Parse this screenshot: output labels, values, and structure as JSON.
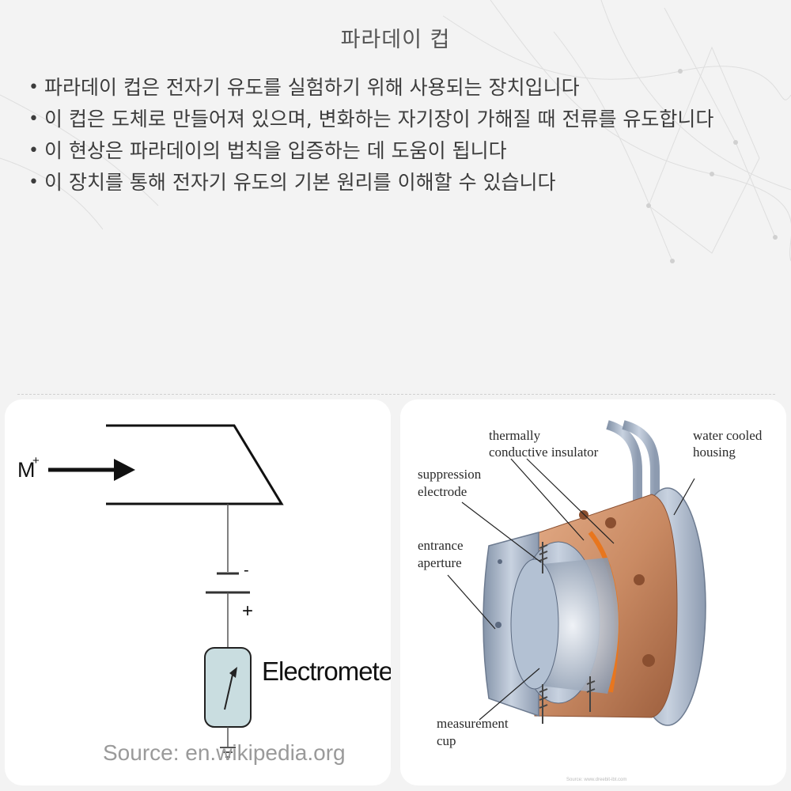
{
  "title": "파라데이 컵",
  "bullets": [
    "파라데이 컵은 전자기 유도를 실험하기 위해 사용되는 장치입니다",
    "이 컵은 도체로 만들어져 있으며, 변화하는 자기장이 가해질 때 전류를 유도합니다",
    "이 현상은 파라데이의 법칙을 입증하는 데 도움이 됩니다",
    "이 장치를 통해 전자기 유도의 기본 원리를 이해할 수 있습니다"
  ],
  "left_figure": {
    "ion_label": "M",
    "ion_charge": "+",
    "minus_sign": "-",
    "plus_sign": "+",
    "meter_label": "Electrometer",
    "source_text": "Source: en.wikipedia.org"
  },
  "right_figure": {
    "labels": {
      "insulator_line1": "thermally",
      "insulator_line2": "conductive insulator",
      "housing_line1": "water cooled",
      "housing_line2": "housing",
      "suppression_line1": "suppression",
      "suppression_line2": "electrode",
      "entrance_line1": "entrance",
      "entrance_line2": "aperture",
      "cup_line1": "measurement",
      "cup_line2": "cup"
    },
    "credit": "Source: www.dreebit-ibt.com"
  },
  "colors": {
    "copper": "#c98a63",
    "steel": "#aab8cc",
    "orange_insulator": "#e8761e",
    "meter_fill": "#c9dde0"
  }
}
